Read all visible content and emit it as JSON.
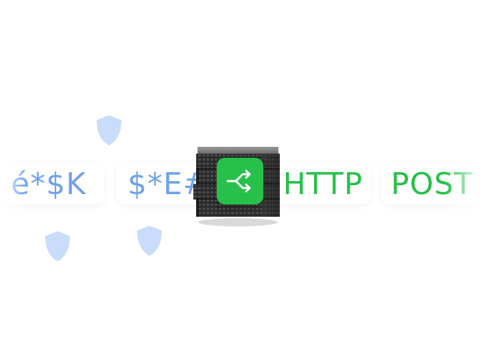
{
  "tokens": {
    "encrypted_1": "é*$K",
    "encrypted_2": "$*E#",
    "plain_1": "HTTP",
    "plain_2": "POST"
  },
  "colors": {
    "encrypted_text": "#6ea1ee",
    "plain_text": "#27c04a",
    "shield": "#c9dcfb",
    "router_badge": "#27c04a"
  },
  "icons": {
    "shield": "shield-icon",
    "router": "split-arrow-icon",
    "server": "server-rack-icon"
  }
}
